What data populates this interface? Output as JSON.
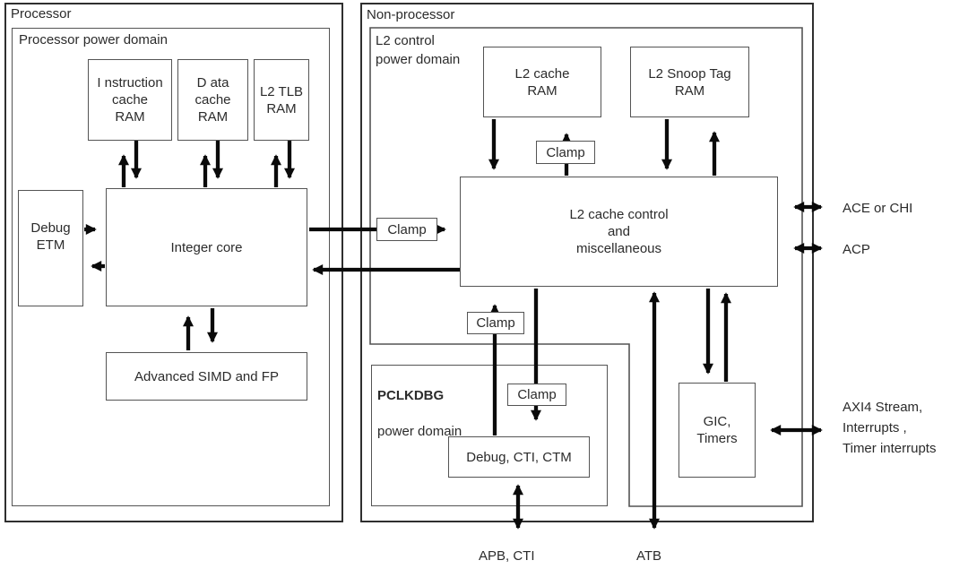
{
  "processor": {
    "label": "Processor",
    "domain_label": "Processor power domain",
    "boxes": {
      "icache": "I nstruction\ncache\nRAM",
      "dcache": "D ata\ncache\nRAM",
      "l2tlb": "L2 TLB\nRAM",
      "debug_etm": "Debug\nETM",
      "integer_core": "Integer core",
      "simd": "Advanced SIMD and FP"
    }
  },
  "non_processor": {
    "label": "Non-processor",
    "l2_domain_label": "L2 control\npower domain",
    "pclkdbg": {
      "name": "PCLKDBG",
      "suffix": "power domain"
    },
    "boxes": {
      "l2_cache_ram": "L2 cache\nRAM",
      "l2_snoop_tag_ram": "L2 Snoop Tag\nRAM",
      "l2_cache_control": "L2 cache control\nand\nmiscellaneous",
      "debug_cti_ctm": "Debug, CTI, CTM",
      "gic_timers": "GIC,\nTimers"
    },
    "clamps": {
      "integer_core_path": "Clamp",
      "l2_cache_ram_path": "Clamp",
      "debug_upper": "Clamp",
      "debug_lower": "Clamp"
    }
  },
  "external_interfaces": {
    "ace_or_chi": "ACE or CHI",
    "acp": "ACP",
    "axi4_block": "AXI4 Stream,\nInterrupts ,\nTimer interrupts",
    "apb_cti": "APB, CTI",
    "atb": "ATB"
  },
  "colors": {
    "border": "#545454",
    "outer_border": "#2f2f2f",
    "arrow": "#0a0a0a",
    "text": "#2b2b2b",
    "background": "#ffffff"
  }
}
